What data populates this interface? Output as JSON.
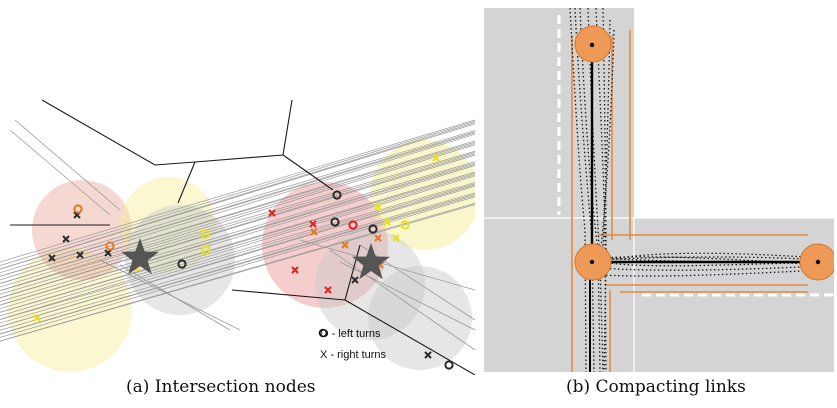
{
  "panel_a": {
    "caption": "(a) Intersection nodes",
    "legend": {
      "left_turns": "O - left turns",
      "right_turns": "X - right turns"
    }
  },
  "panel_b": {
    "caption": "(b) Compacting links"
  },
  "colors": {
    "road_gray": "#d4d4d4",
    "orange": "#ee9955",
    "orange_line": "#e8883a",
    "red_mark": "#e02020",
    "yellow_mark": "#e6e01a",
    "dark_mark": "#2b2b2b",
    "brown_mark": "#b8691f",
    "star": "#555555"
  }
}
